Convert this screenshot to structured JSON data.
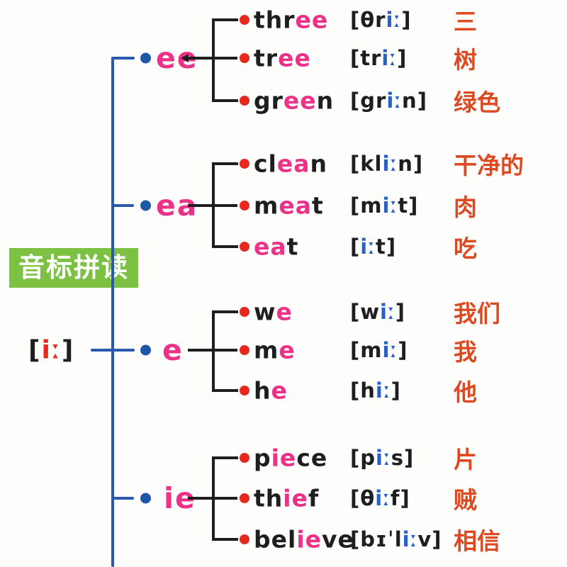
{
  "badge": {
    "label": "音标拼读"
  },
  "root": {
    "open": "[",
    "core": "iː",
    "close": "]"
  },
  "colors": {
    "pink": "#ec3288",
    "red": "#e6281f",
    "blue": "#2a58ac",
    "dot_blue": "#1e56a8",
    "phon_blue": "#2a62c4",
    "ink": "#1e1e20",
    "cn": "#dd4a22",
    "badge_green": "#7cc142",
    "badge_text": "#ffffff",
    "paper": "#fdfdfc"
  },
  "groups": [
    {
      "label": "ee",
      "rows": [
        {
          "word_pre": "thr",
          "word_mid": "ee",
          "word_post": "",
          "phon_pre": "[θr",
          "phon_core": "iː",
          "phon_post": "]",
          "meaning": "三"
        },
        {
          "word_pre": "tr",
          "word_mid": "ee",
          "word_post": "",
          "phon_pre": "[tr",
          "phon_core": "iː",
          "phon_post": "]",
          "meaning": "树"
        },
        {
          "word_pre": "gr",
          "word_mid": "ee",
          "word_post": "n",
          "phon_pre": "[gr",
          "phon_core": "iː",
          "phon_post": "n]",
          "meaning": "绿色"
        }
      ]
    },
    {
      "label": "ea",
      "rows": [
        {
          "word_pre": "cl",
          "word_mid": "ea",
          "word_post": "n",
          "phon_pre": "[kl",
          "phon_core": "iː",
          "phon_post": "n]",
          "meaning": "干净的"
        },
        {
          "word_pre": "m",
          "word_mid": "ea",
          "word_post": "t",
          "phon_pre": "[m",
          "phon_core": "iː",
          "phon_post": "t]",
          "meaning": "肉"
        },
        {
          "word_pre": "",
          "word_mid": "ea",
          "word_post": "t",
          "phon_pre": "[",
          "phon_core": "iː",
          "phon_post": "t]",
          "meaning": "吃"
        }
      ]
    },
    {
      "label": "e",
      "rows": [
        {
          "word_pre": "w",
          "word_mid": "e",
          "word_post": "",
          "phon_pre": "[w",
          "phon_core": "iː",
          "phon_post": "]",
          "meaning": "我们"
        },
        {
          "word_pre": "m",
          "word_mid": "e",
          "word_post": "",
          "phon_pre": "[m",
          "phon_core": "iː",
          "phon_post": "]",
          "meaning": "我"
        },
        {
          "word_pre": "h",
          "word_mid": "e",
          "word_post": "",
          "phon_pre": "[h",
          "phon_core": "iː",
          "phon_post": "]",
          "meaning": "他"
        }
      ]
    },
    {
      "label": "ie",
      "rows": [
        {
          "word_pre": "p",
          "word_mid": "ie",
          "word_post": "ce",
          "phon_pre": "[p",
          "phon_core": "iː",
          "phon_post": "s]",
          "meaning": "片"
        },
        {
          "word_pre": "th",
          "word_mid": "ie",
          "word_post": "f",
          "phon_pre": "[θ",
          "phon_core": "iː",
          "phon_post": "f]",
          "meaning": "贼"
        },
        {
          "word_pre": "bel",
          "word_mid": "ie",
          "word_post": "ve",
          "phon_pre": "[bɪˈl",
          "phon_core": "iː",
          "phon_post": "v]",
          "meaning": "相信"
        }
      ]
    }
  ]
}
